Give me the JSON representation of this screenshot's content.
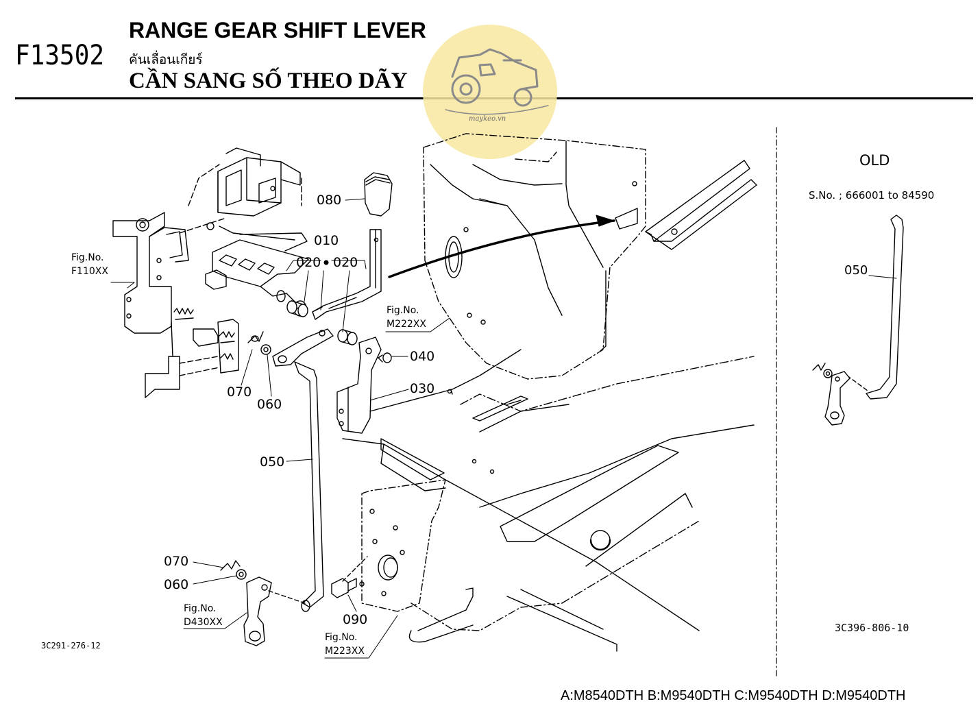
{
  "header": {
    "figure_code": "F13502",
    "title_en": "RANGE GEAR SHIFT LEVER",
    "title_th": "คันเลื่อนเกียร์",
    "title_vi": "CẦN SANG SỐ THEO DÃY"
  },
  "watermark": {
    "text": "maykeo.vn",
    "icon": "tractor-icon",
    "color": "#f8e6a0"
  },
  "callouts": [
    {
      "key": "080",
      "text": "080"
    },
    {
      "key": "010",
      "text": "010"
    },
    {
      "key": "020a",
      "text": "020"
    },
    {
      "key": "020b",
      "text": "020"
    },
    {
      "key": "040",
      "text": "040"
    },
    {
      "key": "030",
      "text": "030"
    },
    {
      "key": "070a",
      "text": "070"
    },
    {
      "key": "060a",
      "text": "060"
    },
    {
      "key": "050",
      "text": "050"
    },
    {
      "key": "070b",
      "text": "070"
    },
    {
      "key": "060b",
      "text": "060"
    },
    {
      "key": "090",
      "text": "090"
    }
  ],
  "figure_refs": [
    {
      "key": "f110",
      "label": "Fig.No.",
      "code": "F110XX"
    },
    {
      "key": "m222",
      "label": "Fig.No.",
      "code": "M222XX"
    },
    {
      "key": "d430",
      "label": "Fig.No.",
      "code": "D430XX"
    },
    {
      "key": "m223",
      "label": "Fig.No.",
      "code": "M223XX"
    }
  ],
  "old_panel": {
    "title": "OLD",
    "serial": "S.No. ; 666001 to 84590",
    "callout": "050",
    "ref": "3C396-806-10"
  },
  "footer": {
    "diagram_ref": "3C291-276-12",
    "models": "A:M8540DTH B:M9540DTH C:M9540DTH D:M9540DTH"
  }
}
